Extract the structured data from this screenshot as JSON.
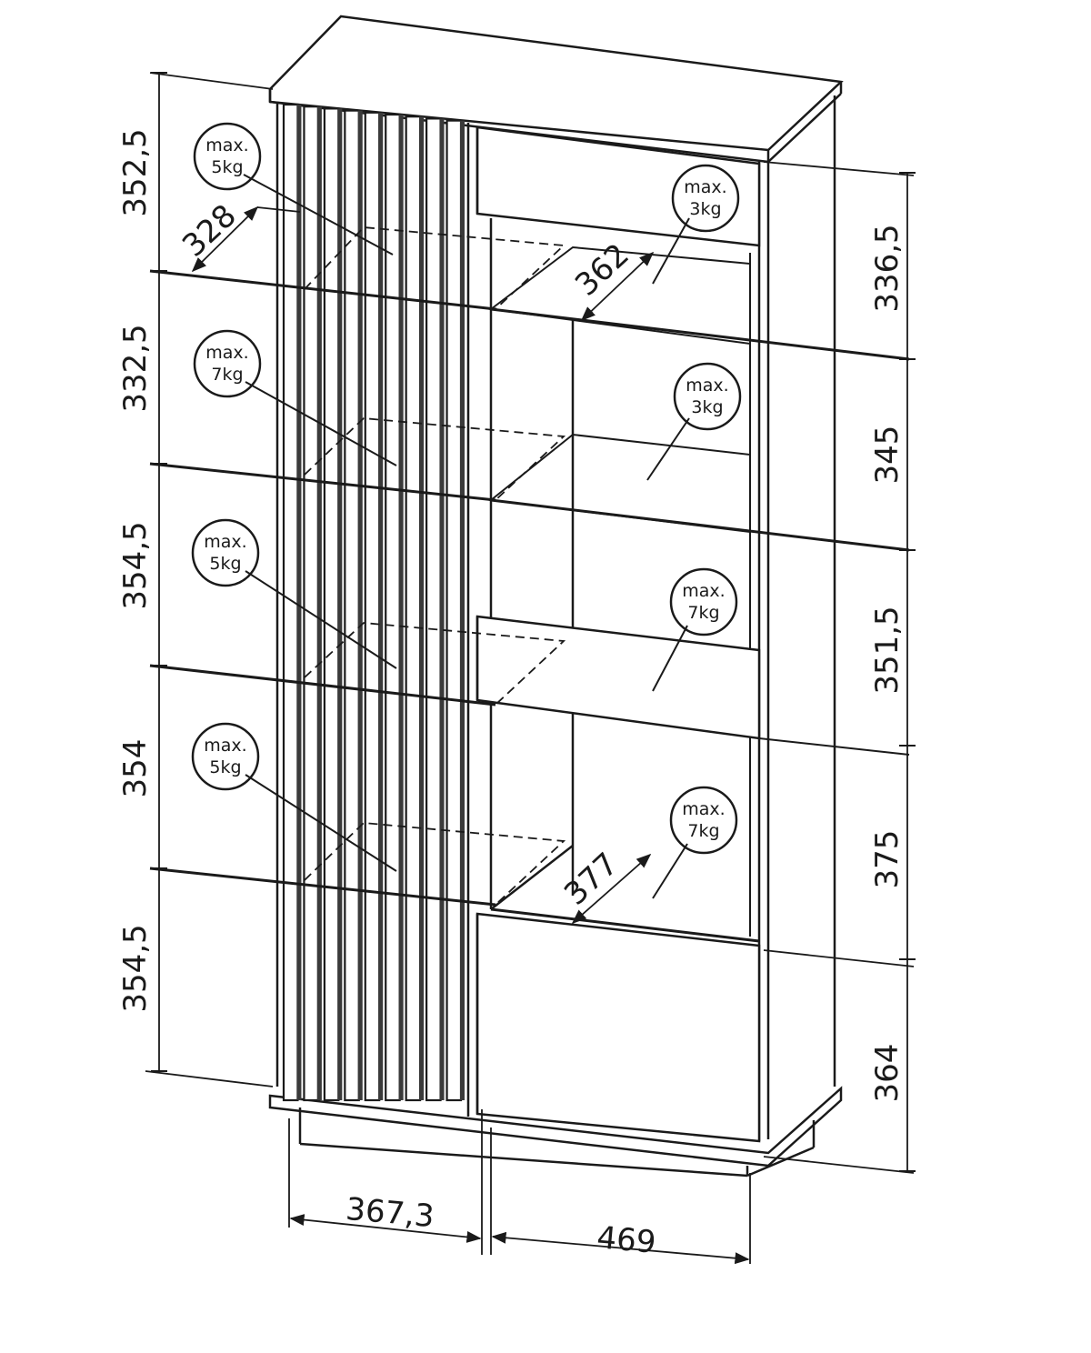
{
  "left_heights": [
    "352,5",
    "332,5",
    "354,5",
    "354",
    "354,5"
  ],
  "right_heights": [
    "336,5",
    "345",
    "351,5",
    "375",
    "364"
  ],
  "depths": {
    "left_top": "328",
    "right_top": "362",
    "right_bottom": "377"
  },
  "widths": {
    "left": "367,3",
    "right": "469"
  },
  "load_labels": {
    "left": [
      {
        "line1": "max.",
        "line2": "5kg"
      },
      {
        "line1": "max.",
        "line2": "7kg"
      },
      {
        "line1": "max.",
        "line2": "5kg"
      },
      {
        "line1": "max.",
        "line2": "5kg"
      }
    ],
    "right": [
      {
        "line1": "max.",
        "line2": "3kg"
      },
      {
        "line1": "max.",
        "line2": "3kg"
      },
      {
        "line1": "max.",
        "line2": "7kg"
      },
      {
        "line1": "max.",
        "line2": "7kg"
      }
    ]
  }
}
